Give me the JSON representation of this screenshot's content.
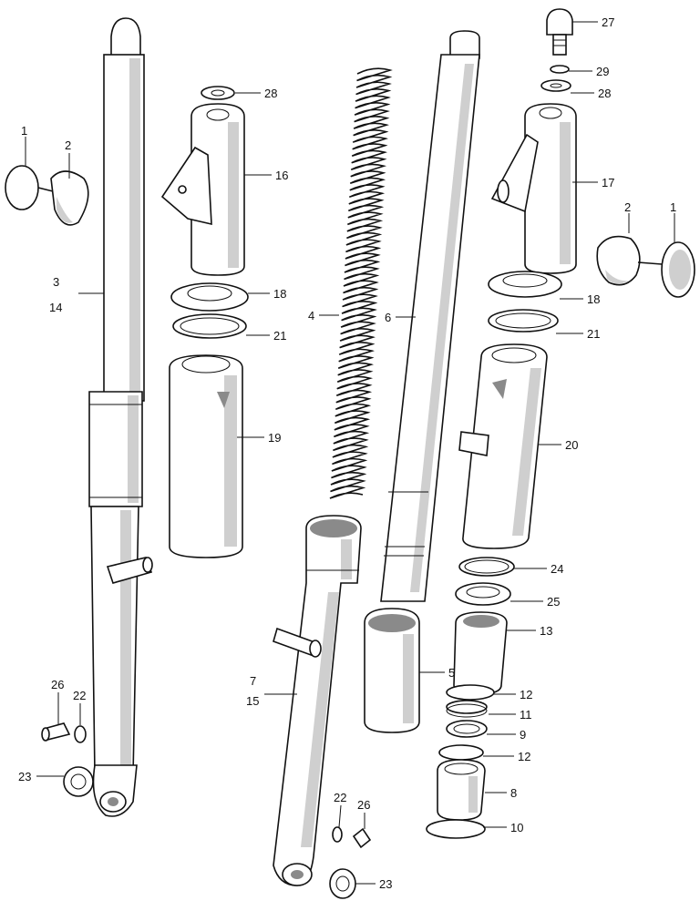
{
  "labels": [
    {
      "id": "l1a",
      "text": "1"
    },
    {
      "id": "l2a",
      "text": "2"
    },
    {
      "id": "l3",
      "text": "3"
    },
    {
      "id": "l14",
      "text": "14"
    },
    {
      "id": "l28a",
      "text": "28"
    },
    {
      "id": "l16",
      "text": "16"
    },
    {
      "id": "l18a",
      "text": "18"
    },
    {
      "id": "l21a",
      "text": "21"
    },
    {
      "id": "l19",
      "text": "19"
    },
    {
      "id": "l4",
      "text": "4"
    },
    {
      "id": "l6",
      "text": "6"
    },
    {
      "id": "l27",
      "text": "27"
    },
    {
      "id": "l29",
      "text": "29"
    },
    {
      "id": "l28b",
      "text": "28"
    },
    {
      "id": "l17",
      "text": "17"
    },
    {
      "id": "l2b",
      "text": "2"
    },
    {
      "id": "l1b",
      "text": "1"
    },
    {
      "id": "l18b",
      "text": "18"
    },
    {
      "id": "l21b",
      "text": "21"
    },
    {
      "id": "l20",
      "text": "20"
    },
    {
      "id": "l24",
      "text": "24"
    },
    {
      "id": "l25",
      "text": "25"
    },
    {
      "id": "l13",
      "text": "13"
    },
    {
      "id": "l5",
      "text": "5"
    },
    {
      "id": "l7",
      "text": "7"
    },
    {
      "id": "l15",
      "text": "15"
    },
    {
      "id": "l12a",
      "text": "12"
    },
    {
      "id": "l11",
      "text": "11"
    },
    {
      "id": "l9",
      "text": "9"
    },
    {
      "id": "l12b",
      "text": "12"
    },
    {
      "id": "l8",
      "text": "8"
    },
    {
      "id": "l10",
      "text": "10"
    },
    {
      "id": "l26a",
      "text": "26"
    },
    {
      "id": "l22a",
      "text": "22"
    },
    {
      "id": "l23a",
      "text": "23"
    },
    {
      "id": "l22b",
      "text": "22"
    },
    {
      "id": "l26b",
      "text": "26"
    },
    {
      "id": "l23b",
      "text": "23"
    }
  ]
}
